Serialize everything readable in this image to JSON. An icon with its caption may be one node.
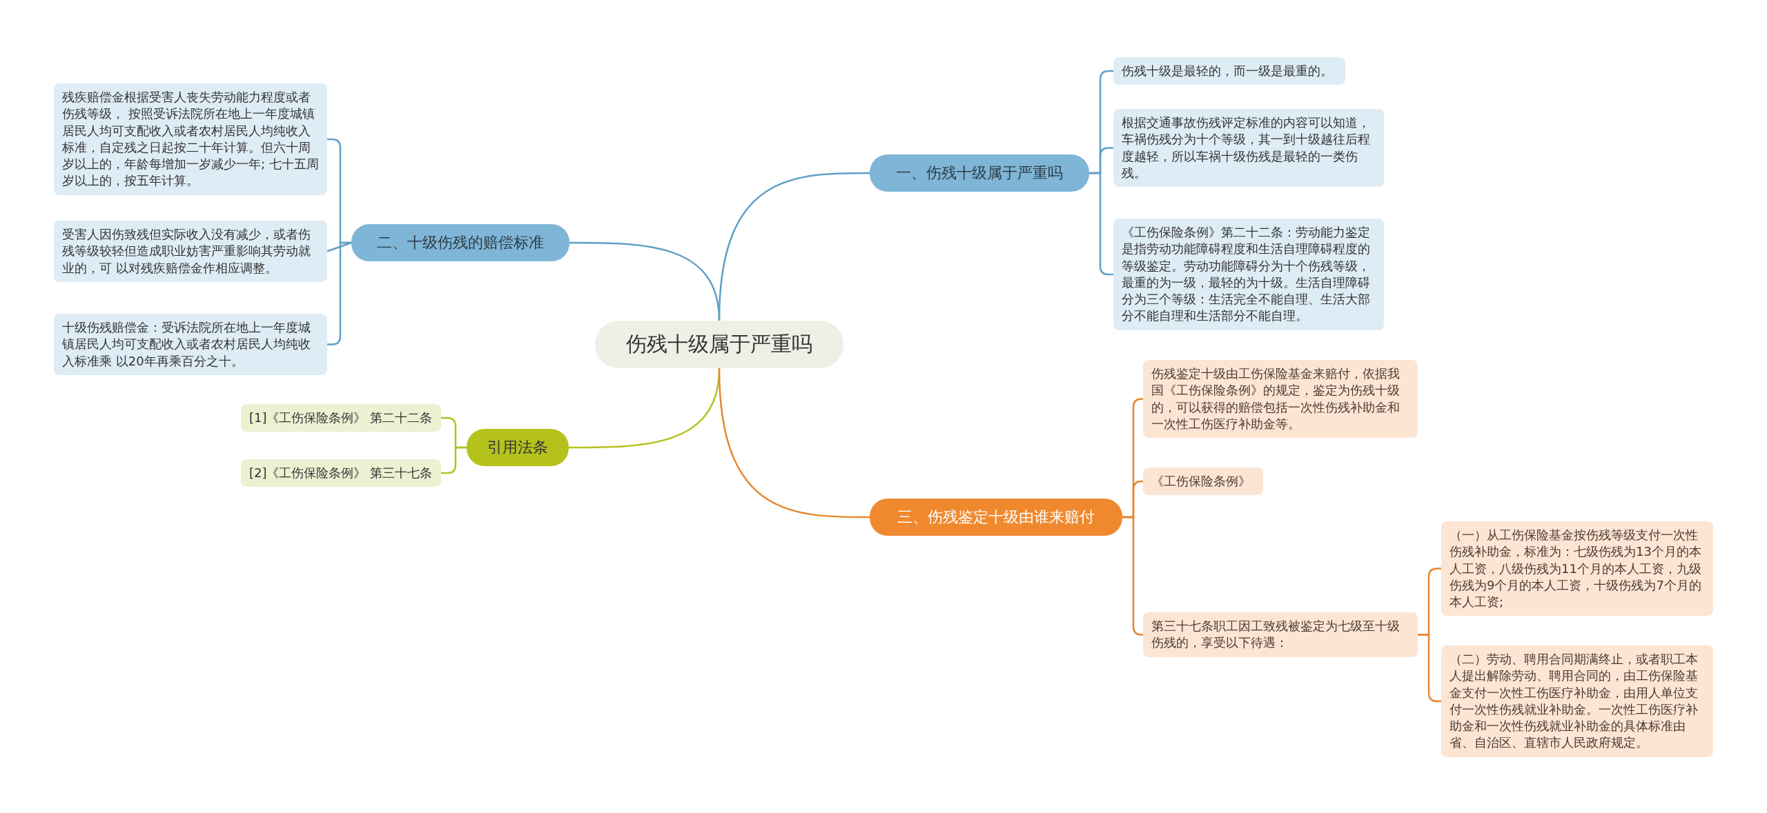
{
  "diagram": {
    "nodes": [
      {
        "text": [
          "伤残十级属于严重吗"
        ]
      },
      {
        "text": [
          "一、伤残十级属于严重吗"
        ]
      },
      {
        "text": [
          "伤残十级是最轻的，而一级是最重的。"
        ]
      },
      {
        "text": [
          "根据交通事故伤残评定标准的内容可以知道，车祸伤残分为十个等级，其一到十级越往后程度越轻，所以车祸十级伤残是最轻的一类伤残。"
        ]
      },
      {
        "text": [
          "《工伤保险条例》第二十二条：劳动能力鉴定是指劳动功能障碍程度和生活自理障碍程度的等级鉴定。劳动功能障碍分为十个伤残等级，最重的为一级，最轻的为十级。生活自理障碍分为三个等级：生活完全不能自理、生活大部分不能自理和生活部分不能自理。"
        ]
      },
      {
        "text": [
          "二、十级伤残的赔偿标准"
        ]
      },
      {
        "text": [
          "残疾赔偿金根据受害人丧失劳动能力程度或者伤残等级， 按照受诉法院所在地上一年度城镇居民人均可支配收入或者农村居民人均纯收入标准，自定残之日起按二十年计算。但六十周岁以上的，年龄每增加一岁减少一年; 七十五周岁以上的，按五年计算。"
        ]
      },
      {
        "text": [
          "受害人因伤致残但实际收入没有减少，或者伤残等级较轻但造成职业妨害严重影响其劳动就业的，可 以对残疾赔偿金作相应调整。"
        ]
      },
      {
        "text": [
          "十级伤残赔偿金：受诉法院所在地上一年度城镇居民人均可支配收入或者农村居民人均纯收入标准乘 以20年再乘百分之十。"
        ]
      },
      {
        "text": [
          "引用法条"
        ]
      },
      {
        "text": [
          "[1]《工伤保险条例》 第二十二条"
        ]
      },
      {
        "text": [
          "[2]《工伤保险条例》 第三十七条"
        ]
      },
      {
        "text": [
          "三、伤残鉴定十级由谁来赔付"
        ]
      },
      {
        "text": [
          "伤残鉴定十级由工伤保险基金来赔付，依据我国《工伤保险条例》的规定，鉴定为伤残十级的，可以获得的赔偿包括一次性伤残补助金和一次性工伤医疗补助金等。"
        ]
      },
      {
        "text": [
          "《工伤保险条例》"
        ]
      },
      {
        "text": [
          "第三十七条职工因工致残被鉴定为七级至十级伤残的，享受以下待遇："
        ]
      },
      {
        "text": [
          "（一）从工伤保险基金按伤残等级支付一次性伤残补助金，标准为：七级伤残为13个月的本人工资，八级伤残为11个月的本人工资，九级伤残为9个月的本人工资，十级伤残为7个月的本人工资;"
        ]
      },
      {
        "text": [
          "（二）劳动、聘用合同期满终止，或者职工本人提出解除劳动、聘用合同的，由工伤保险基金支付一次性工伤医疗补助金，由用人单位支付一次性伤残就业补助金。一次性工伤医疗补助金和一次性伤残就业补助金的具体标准由省、自治区、直辖市人民政府规定。"
        ]
      }
    ],
    "edges": [
      {
        "from": 0,
        "to": 1,
        "arrow": "none"
      },
      {
        "from": 1,
        "to": 2,
        "arrow": "none"
      },
      {
        "from": 1,
        "to": 3,
        "arrow": "none"
      },
      {
        "from": 1,
        "to": 4,
        "arrow": "none"
      },
      {
        "from": 0,
        "to": 5,
        "arrow": "none"
      },
      {
        "from": 5,
        "to": 6,
        "arrow": "none"
      },
      {
        "from": 5,
        "to": 7,
        "arrow": "none"
      },
      {
        "from": 5,
        "to": 8,
        "arrow": "none"
      },
      {
        "from": 0,
        "to": 9,
        "arrow": "none",
        "color": "#b5c21c"
      },
      {
        "from": 9,
        "to": 10,
        "arrow": "none",
        "color": "#b5c21c"
      },
      {
        "from": 9,
        "to": 11,
        "arrow": "none",
        "color": "#b5c21c"
      },
      {
        "from": 0,
        "to": 12,
        "arrow": "none",
        "color": "#e8852e"
      },
      {
        "from": 12,
        "to": 13,
        "arrow": "none",
        "color": "#e8852e"
      },
      {
        "from": 12,
        "to": 14,
        "arrow": "none",
        "color": "#e8852e"
      },
      {
        "from": 12,
        "to": 15,
        "arrow": "none",
        "color": "#e8852e"
      },
      {
        "from": 15,
        "to": 16,
        "arrow": "none",
        "color": "#e8852e"
      },
      {
        "from": 15,
        "to": 17,
        "arrow": "none",
        "color": "#e8852e"
      }
    ]
  }
}
